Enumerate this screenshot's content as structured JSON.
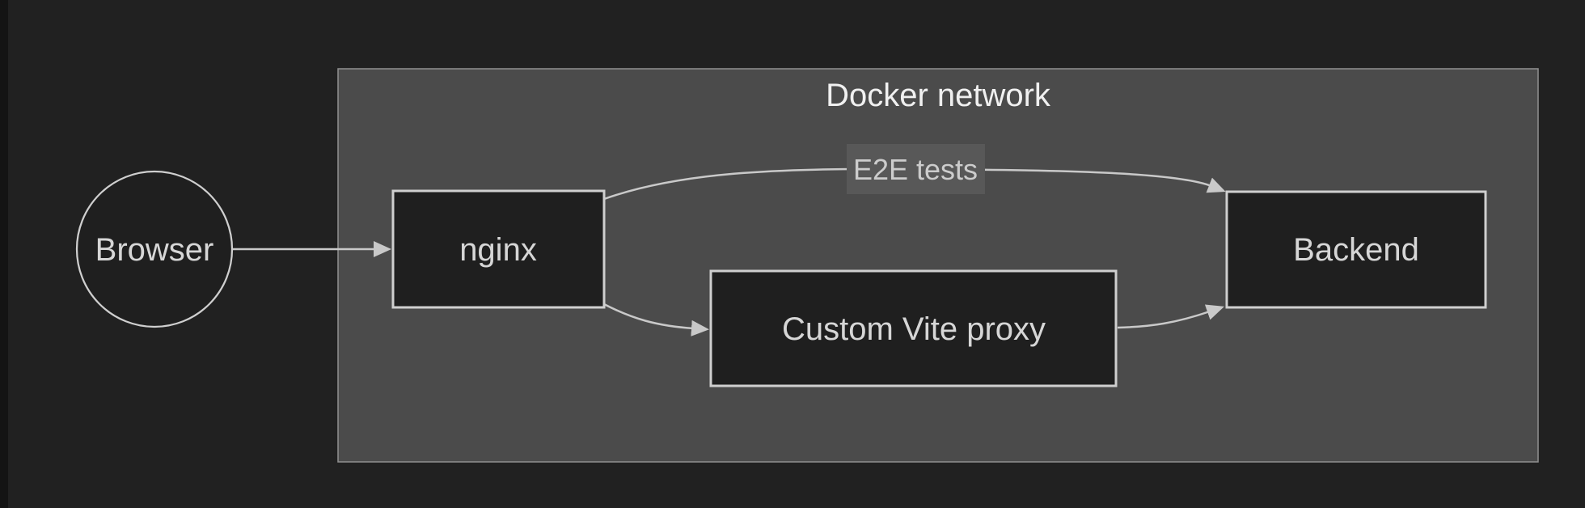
{
  "diagram": {
    "container": {
      "title": "Docker network"
    },
    "nodes": [
      {
        "id": "browser",
        "label": "Browser",
        "shape": "circle"
      },
      {
        "id": "nginx",
        "label": "nginx",
        "shape": "rect"
      },
      {
        "id": "vite",
        "label": "Custom Vite proxy",
        "shape": "rect"
      },
      {
        "id": "backend",
        "label": "Backend",
        "shape": "rect"
      }
    ],
    "edges": [
      {
        "from": "browser",
        "to": "nginx",
        "label": ""
      },
      {
        "from": "nginx",
        "to": "backend",
        "label": "E2E tests"
      },
      {
        "from": "nginx",
        "to": "vite",
        "label": ""
      },
      {
        "from": "vite",
        "to": "backend",
        "label": ""
      }
    ],
    "colors": {
      "page_bg": "#212121",
      "left_strip": "#141414",
      "container_fill": "#4b4b4b",
      "container_border": "#919191",
      "node_fill": "#1f1f1f",
      "node_border": "#cfcfcf",
      "node_text": "#d6d6d6",
      "title_text": "#f0f0f0",
      "edge": "#c9c9c9",
      "edge_label_bg": "#585858",
      "edge_label_text": "#cccccc"
    }
  }
}
